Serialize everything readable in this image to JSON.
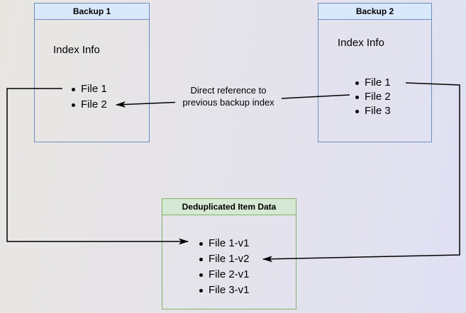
{
  "diagram": {
    "backup1": {
      "title": "Backup 1",
      "section_label": "Index Info",
      "items": [
        "File 1",
        "File 2"
      ]
    },
    "backup2": {
      "title": "Backup 2",
      "section_label": "Index Info",
      "items": [
        "File 1",
        "File 2",
        "File 3"
      ]
    },
    "dedup": {
      "title": "Deduplicated Item Data",
      "items": [
        "File 1-v1",
        "File 1-v2",
        "File 2-v1",
        "File 3-v1"
      ]
    },
    "edge_label": {
      "line1": "Direct reference to",
      "line2": "previous backup index"
    },
    "colors": {
      "blue_border": "#6c8ebf",
      "blue_header_fill": "#dae8fc",
      "green_border": "#82b366",
      "green_header_fill": "#d5e8d4",
      "connector": "#000000"
    },
    "connectors": [
      {
        "from": "backup1 File 1",
        "to": "dedup File 1-v1",
        "label": ""
      },
      {
        "from": "backup2 File 2",
        "to": "backup1 File 2",
        "label": "Direct reference to previous backup index"
      },
      {
        "from": "backup2 File 1",
        "to": "dedup File 1-v2",
        "label": ""
      }
    ]
  }
}
